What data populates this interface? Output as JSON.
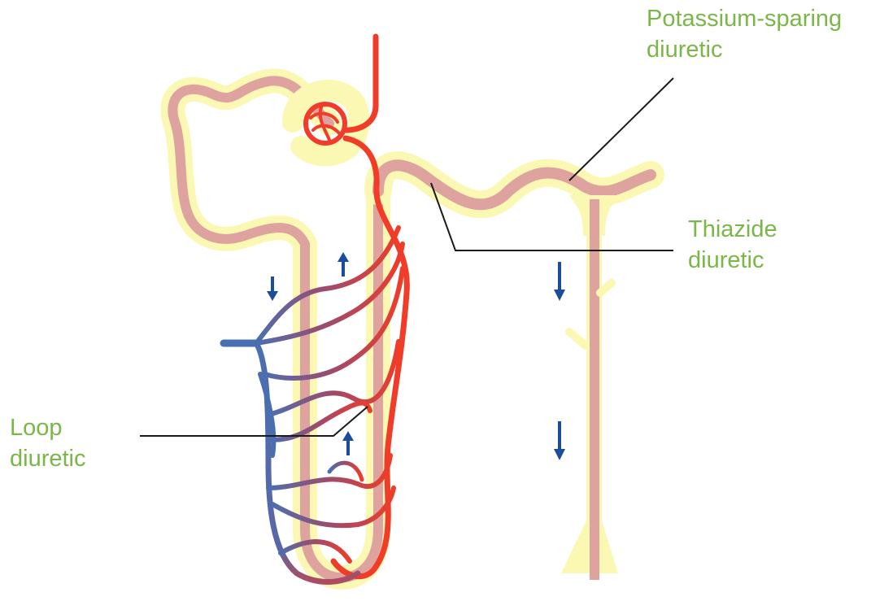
{
  "colors": {
    "label_green": "#7ab648",
    "tubule_outer": "#fbf8b4",
    "tubule_inner": "#dea39e",
    "artery_red": "#f03c28",
    "vein_blue": "#4a6fb0",
    "flow_arrow": "#1c4d9c",
    "leader_line": "#1a1a1a"
  },
  "labels": {
    "potassium_sparing": {
      "line1": "Potassium-sparing",
      "line2": "diuretic"
    },
    "thiazide": {
      "line1": "Thiazide",
      "line2": "diuretic"
    },
    "loop": {
      "line1": "Loop",
      "line2": "diuretic"
    }
  },
  "icons": {
    "flow_arrows": [
      "arrow-down-icon",
      "arrow-up-icon",
      "arrow-up-icon",
      "arrow-down-icon",
      "arrow-down-icon"
    ]
  }
}
